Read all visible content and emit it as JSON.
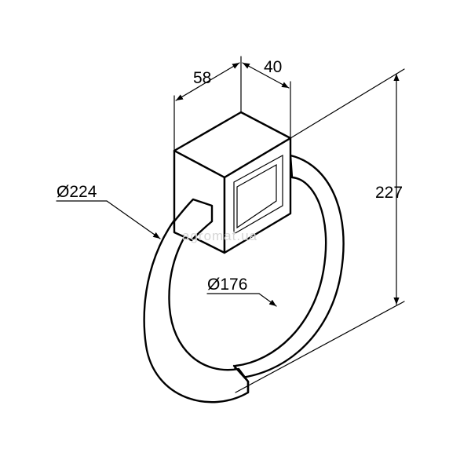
{
  "dimensions": {
    "width_label": "58",
    "depth_label": "40",
    "height_label": "227",
    "outer_diameter_label": "Ø224",
    "inner_diameter_label": "Ø176"
  },
  "watermark": "agromat.ua",
  "colors": {
    "ink": "#000000",
    "watermark": "#d6d6d6",
    "background": "#ffffff"
  }
}
